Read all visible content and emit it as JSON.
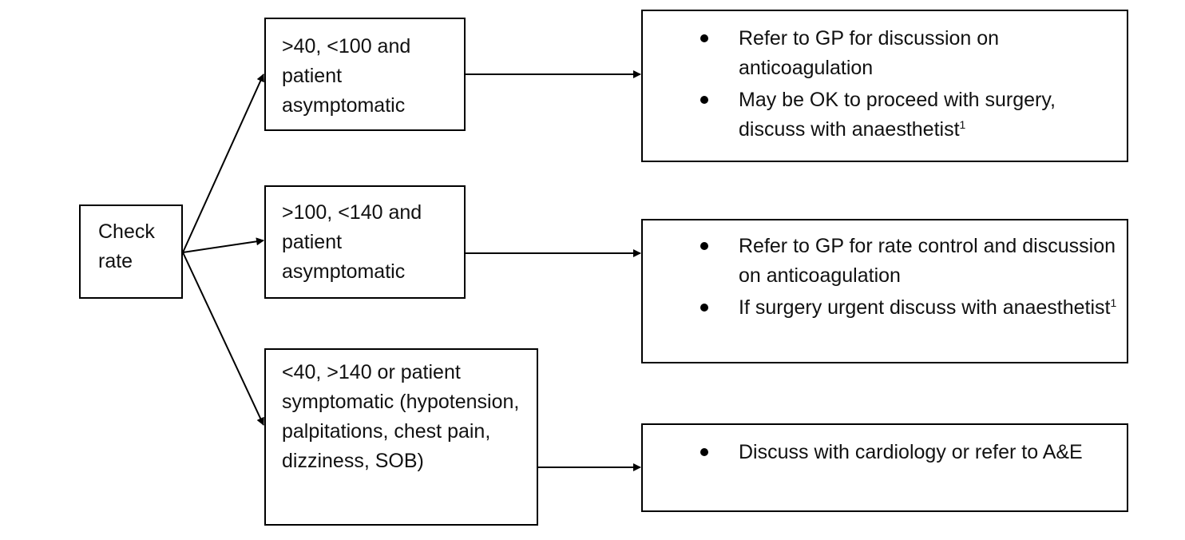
{
  "start": {
    "label": "Check rate"
  },
  "conditions": [
    {
      "label": ">40, <100 and patient asymptomatic"
    },
    {
      "label": ">100, <140 and patient asymptomatic"
    },
    {
      "label": "<40, >140 or patient symptomatic (hypotension, palpitations, chest pain, dizziness, SOB)"
    }
  ],
  "actions": [
    {
      "items": [
        {
          "text": "Refer to GP for discussion on anticoagulation",
          "sup": ""
        },
        {
          "text": "May be OK to proceed with surgery, discuss with anaesthetist",
          "sup": "1"
        }
      ]
    },
    {
      "items": [
        {
          "text": "Refer to GP for rate control and discussion on anticoagulation",
          "sup": ""
        },
        {
          "text": "If surgery urgent discuss with anaesthetist",
          "sup": "1"
        }
      ]
    },
    {
      "items": [
        {
          "text": "Discuss with cardiology or refer to A&E",
          "sup": ""
        }
      ]
    }
  ]
}
